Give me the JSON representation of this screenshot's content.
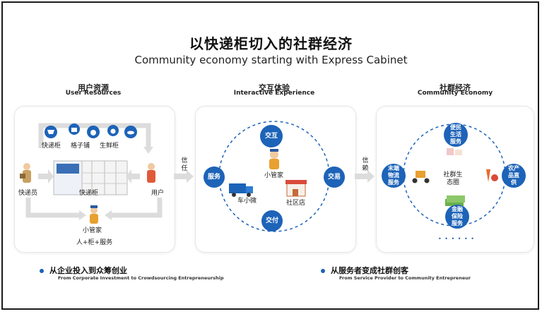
{
  "title": {
    "cn": "以快递柜切入的社群经济",
    "en": "Community economy starting with Express Cabinet"
  },
  "sections": [
    {
      "cn": "用户资源",
      "en": "User Resources"
    },
    {
      "cn": "交互体验",
      "en": "Interactive Experience"
    },
    {
      "cn": "社群经济",
      "en": "Community Economy"
    }
  ],
  "left_panel": {
    "top_labels": [
      "快递柜",
      "格子铺",
      "生鲜柜"
    ],
    "courier": "快递员",
    "cabinet": "快递柜",
    "user": "用户",
    "manager": "小管家",
    "formula": "人+柜+服务"
  },
  "connector_1": "信任",
  "connector_2": "信赖",
  "middle_panel": {
    "nodes": [
      "交互",
      "服务",
      "交易",
      "交付"
    ],
    "center": "小管家",
    "vehicle": "车小微",
    "store": "社区店"
  },
  "right_panel": {
    "nodes": [
      "便民生活服务",
      "末端物流服务",
      "农产品直供",
      "金融保险服务"
    ],
    "center": "社群生态圈",
    "ellipsis": "• • • • • •"
  },
  "footer": [
    {
      "cn": "从企业投入到众筹创业",
      "en": "From Corporate Investment to Crowdsourcing Entrepreneurship"
    },
    {
      "cn": "从服务者变成社群创客",
      "en": "From Service Provider to Community Entrepreneur"
    }
  ],
  "colors": {
    "accent": "#1d63b8",
    "arrow": "#d9d9d9"
  }
}
